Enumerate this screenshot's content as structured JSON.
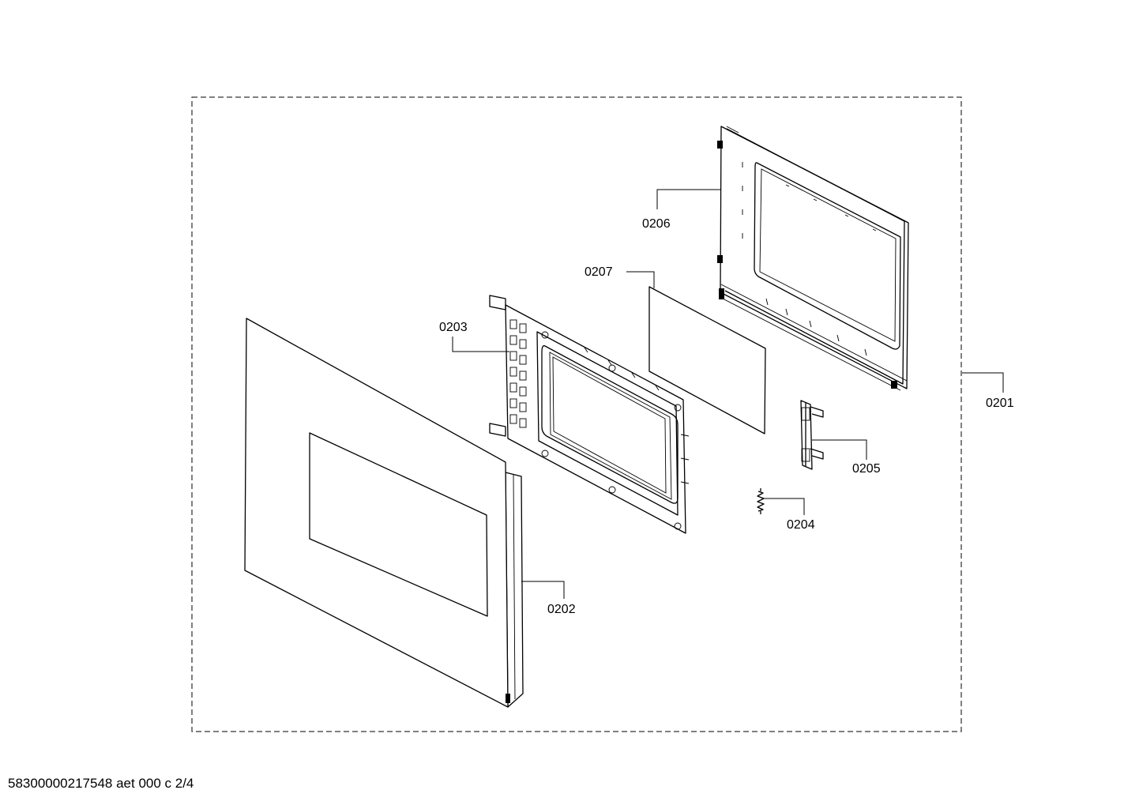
{
  "parts": [
    {
      "id": "0201",
      "label": "0201"
    },
    {
      "id": "0202",
      "label": "0202"
    },
    {
      "id": "0203",
      "label": "0203"
    },
    {
      "id": "0204",
      "label": "0204"
    },
    {
      "id": "0205",
      "label": "0205"
    },
    {
      "id": "0206",
      "label": "0206"
    },
    {
      "id": "0207",
      "label": "0207"
    }
  ],
  "footer": "58300000217548 aet 000 c 2/4"
}
